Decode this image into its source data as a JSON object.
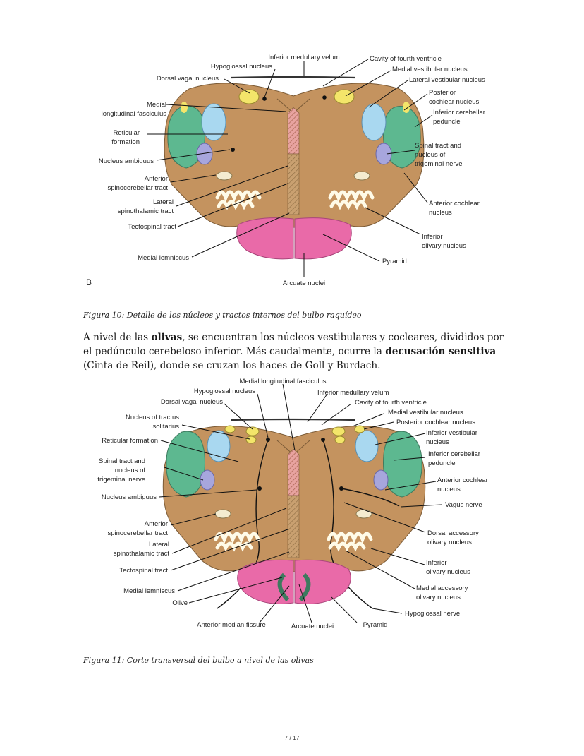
{
  "figure10": {
    "panel_letter": "B",
    "labels": {
      "inferior_medullary_velum": "Inferior medullary velum",
      "cavity_fourth_ventricle": "Cavity of fourth ventricle",
      "hypoglossal_nucleus": "Hypoglossal nucleus",
      "medial_vestibular_nucleus": "Medial vestibular nucleus",
      "dorsal_vagal_nucleus": "Dorsal vagal nucleus",
      "lateral_vestibular_nucleus": "Lateral vestibular nucleus",
      "posterior_cochlear_1": "Posterior",
      "posterior_cochlear_2": "cochlear nucleus",
      "medial_lf_1": "Medial",
      "medial_lf_2": "longitudinal fasciculus",
      "inferior_cerebellar_1": "Inferior cerebellar",
      "inferior_cerebellar_2": "peduncle",
      "reticular_1": "Reticular",
      "reticular_2": "formation",
      "spinal_tract_1": "Spinal tract and",
      "spinal_tract_2": "nucleus of",
      "spinal_tract_3": "trigeminal nerve",
      "nucleus_ambiguus": "Nucleus ambiguus",
      "anterior_spinocerebellar_1": "Anterior",
      "anterior_spinocerebellar_2": "spinocerebellar tract",
      "lateral_spinothalamic_1": "Lateral",
      "lateral_spinothalamic_2": "spinothalamic tract",
      "anterior_cochlear_1": "Anterior cochlear",
      "anterior_cochlear_2": "nucleus",
      "tectospinal_tract": "Tectospinal tract",
      "inferior_olivary_1": "Inferior",
      "inferior_olivary_2": "olivary nucleus",
      "medial_lemniscus": "Medial lemniscus",
      "pyramid": "Pyramid",
      "arcuate_nuclei": "Arcuate nuclei"
    }
  },
  "caption10": "Figura 10: Detalle de los núcleos y tractos internos del bulbo raquídeo",
  "paragraph": {
    "t1": "A nivel de las ",
    "b1": "olivas",
    "t2": ", se encuentran los núcleos vestibulares y cocleares, divididos por el pedúnculo cerebeloso inferior. Más caudalmente, ocurre la ",
    "b2": "decusación sensitiva",
    "t3": " (Cinta de Reil), donde se cruzan los haces de Goll y Burdach."
  },
  "figure11": {
    "labels": {
      "medial_lf": "Medial longitudinal fasciculus",
      "hypoglossal_nucleus": "Hypoglossal nucleus",
      "inferior_medullary_velum": "Inferior medullary velum",
      "dorsal_vagal_nucleus": "Dorsal vagal nucleus",
      "cavity_fourth_ventricle": "Cavity of fourth ventricle",
      "tractus_solitarius_1": "Nucleus of tractus",
      "tractus_solitarius_2": "solitarius",
      "medial_vestibular_nucleus": "Medial vestibular nucleus",
      "posterior_cochlear_nucleus": "Posterior cochlear nucleus",
      "reticular_formation": "Reticular formation",
      "inferior_vestibular_1": "Inferior vestibular",
      "inferior_vestibular_2": "nucleus",
      "spinal_tract_1": "Spinal tract and",
      "spinal_tract_2": "nucleus of",
      "spinal_tract_3": "trigeminal nerve",
      "inferior_cerebellar_1": "Inferior cerebellar",
      "inferior_cerebellar_2": "peduncle",
      "anterior_cochlear_1": "Anterior cochlear",
      "anterior_cochlear_2": "nucleus",
      "nucleus_ambiguus": "Nucleus ambiguus",
      "vagus_nerve": "Vagus nerve",
      "anterior_spinocerebellar_1": "Anterior",
      "anterior_spinocerebellar_2": "spinocerebellar tract",
      "dorsal_accessory_1": "Dorsal accessory",
      "dorsal_accessory_2": "olivary nucleus",
      "lateral_spinothalamic_1": "Lateral",
      "lateral_spinothalamic_2": "spinothalamic tract",
      "inferior_olivary_1": "Inferior",
      "inferior_olivary_2": "olivary nucleus",
      "tectospinal_tract": "Tectospinal tract",
      "medial_accessory_1": "Medial accessory",
      "medial_accessory_2": "olivary nucleus",
      "medial_lemniscus": "Medial lemniscus",
      "olive": "Olive",
      "hypoglossal_nerve": "Hypoglossal nerve",
      "anterior_median_fissure": "Anterior median fissure",
      "arcuate_nuclei": "Arcuate nuclei",
      "pyramid": "Pyramid"
    }
  },
  "caption11": "Figura 11: Corte transversal del bulbo a nivel de las olivas",
  "page_indicator": "7 / 17",
  "colors": {
    "tissue": "#c4935f",
    "pyramid": "#e96aa8",
    "peduncle": "#5db890",
    "vestibular": "#a9d8f0",
    "spinal_trigeminal": "#a7a6dd",
    "nucleus_yellow": "#f3e56a",
    "mlf_hatch": "#e8a3a0"
  }
}
